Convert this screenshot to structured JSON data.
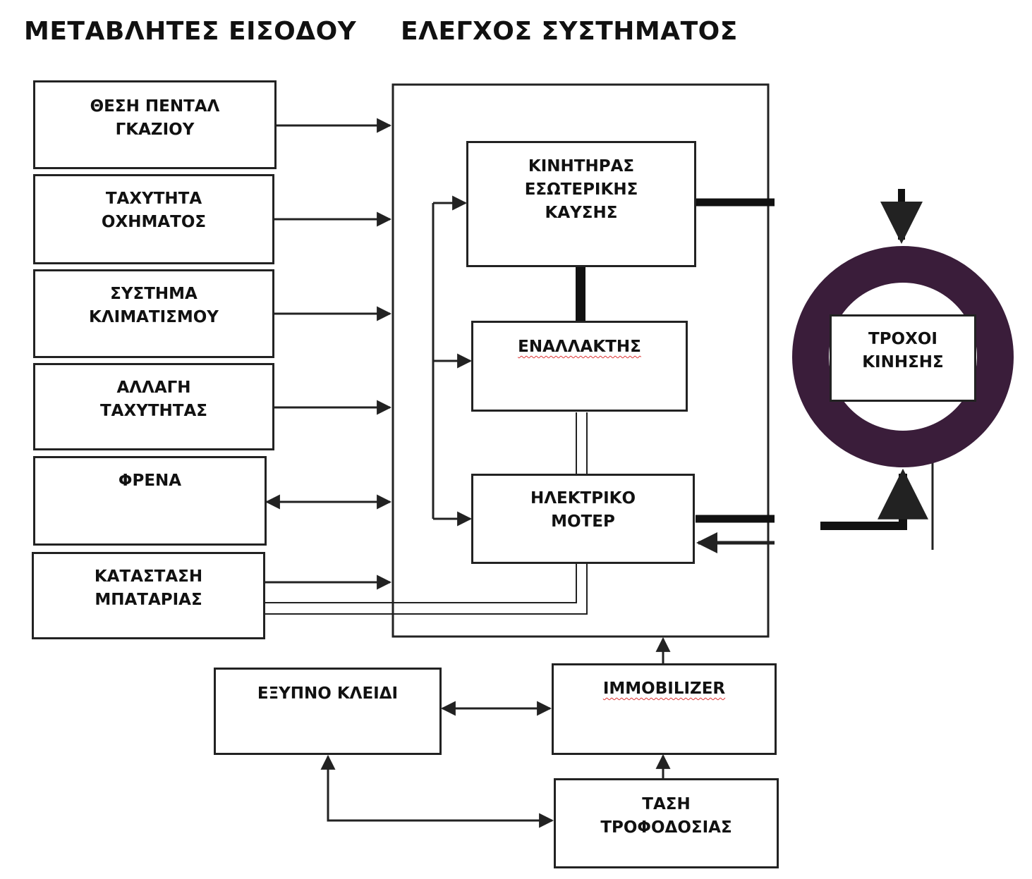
{
  "headings": {
    "inputs": "ΜΕΤΑΒΛΗΤΕΣ ΕΙΣΟΔΟΥ",
    "control": "ΕΛΕΓΧΟΣ ΣΥΣΤΗΜΑΤΟΣ"
  },
  "inputs": [
    {
      "label": "ΘΕΣΗ ΠΕΝΤΑΛ\nΓΚΑΖΙΟΥ"
    },
    {
      "label": "ΤΑΧΥΤΗΤΑ\nΟΧΗΜΑΤΟΣ"
    },
    {
      "label": "ΣΥΣΤΗΜΑ\nΚΛΙΜΑΤΙΣΜΟΥ"
    },
    {
      "label": "ΑΛΛΑΓΗ\nΤΑΧΥΤΗΤΑΣ"
    },
    {
      "label": "ΦΡΕΝΑ"
    },
    {
      "label": "ΚΑΤΑΣΤΑΣΗ\nΜΠΑΤΑΡΙΑΣ"
    }
  ],
  "control": {
    "engine": "ΚΙΝΗΤΗΡΑΣ\nΕΣΩΤΕΡΙΚΗΣ\nΚΑΥΣΗΣ",
    "alternator": "ΕΝΑΛΛΑΚΤΗΣ",
    "electric_motor": "ΗΛΕΚΤΡΙΚΟ\nΜΟΤΕΡ"
  },
  "wheels": "ΤΡΟΧΟΙ\nΚΙΝΗΣΗΣ",
  "security": {
    "smart_key": "ΕΞΥΠΝΟ ΚΛΕΙΔΙ",
    "immobilizer": "IMMOBILIZER",
    "supply_voltage": "ΤΑΣΗ\nΤΡΟΦΟΔΟΣΙΑΣ"
  },
  "colors": {
    "line": "#222222",
    "ring": "#3a1d3a",
    "spell_underline": "#d33333"
  }
}
